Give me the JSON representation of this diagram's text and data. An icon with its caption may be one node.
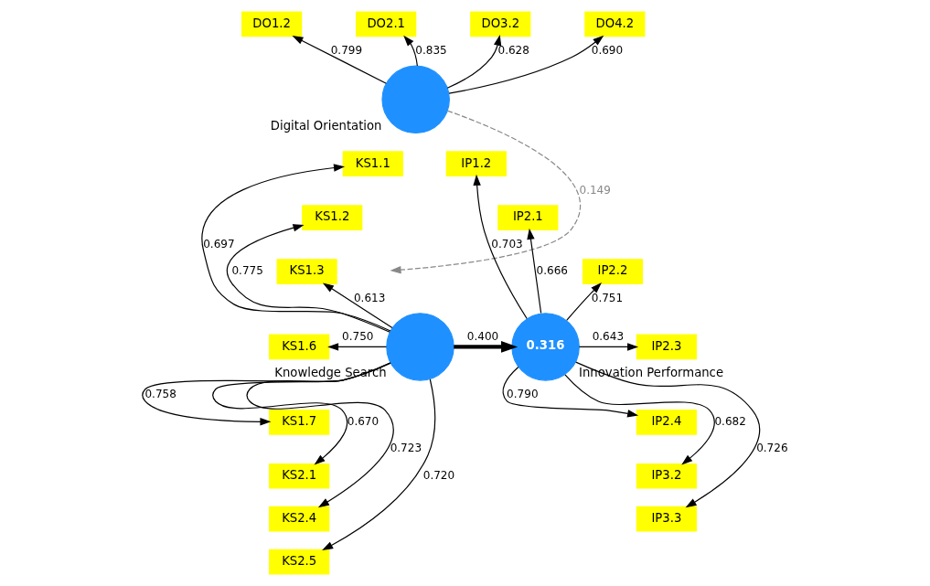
{
  "diagram": {
    "nodes": [
      {
        "text": [],
        "shape": "circle",
        "beside": [
          "Digital Orientation"
        ]
      },
      {
        "text": [
          "DO1.2"
        ]
      },
      {
        "text": [
          "DO2.1"
        ]
      },
      {
        "text": [
          "DO3.2"
        ]
      },
      {
        "text": [
          "DO4.2"
        ]
      },
      {
        "text": [],
        "shape": "circle",
        "beside": [
          "Knowledge Search"
        ]
      },
      {
        "text": [
          "KS1.1"
        ]
      },
      {
        "text": [
          "KS1.2"
        ]
      },
      {
        "text": [
          "KS1.3"
        ]
      },
      {
        "text": [
          "KS1.6"
        ]
      },
      {
        "text": [
          "KS1.7"
        ]
      },
      {
        "text": [
          "KS2.1"
        ]
      },
      {
        "text": [
          "KS2.4"
        ]
      },
      {
        "text": [
          "KS2.5"
        ]
      },
      {
        "text": [
          "0.316"
        ],
        "beside": [
          "Innovation Performance"
        ]
      },
      {
        "text": [
          "IP1.2"
        ]
      },
      {
        "text": [
          "IP2.1"
        ]
      },
      {
        "text": [
          "IP2.2"
        ]
      },
      {
        "text": [
          "IP2.3"
        ]
      },
      {
        "text": [
          "IP2.4"
        ]
      },
      {
        "text": [
          "IP3.2"
        ]
      },
      {
        "text": [
          "IP3.3"
        ]
      }
    ],
    "edges": [
      {
        "from": 0,
        "to": 1,
        "arrow": "to",
        "label": "0.799"
      },
      {
        "from": 0,
        "to": 2,
        "arrow": "to",
        "label": "0.835"
      },
      {
        "from": 0,
        "to": 3,
        "arrow": "to",
        "label": "0.628"
      },
      {
        "from": 0,
        "to": 4,
        "arrow": "to",
        "label": "0.690"
      },
      {
        "from": 5,
        "to": 6,
        "arrow": "to",
        "label": "0.697"
      },
      {
        "from": 5,
        "to": 7,
        "arrow": "to",
        "label": "0.775"
      },
      {
        "from": 5,
        "to": 8,
        "arrow": "to",
        "label": "0.613"
      },
      {
        "from": 5,
        "to": 9,
        "arrow": "to",
        "label": "0.750"
      },
      {
        "from": 5,
        "to": 10,
        "arrow": "to",
        "label": "0.758"
      },
      {
        "from": 5,
        "to": 11,
        "arrow": "to",
        "label": "0.670"
      },
      {
        "from": 5,
        "to": 12,
        "arrow": "to",
        "label": "0.723"
      },
      {
        "from": 5,
        "to": 13,
        "arrow": "to",
        "label": "0.720"
      },
      {
        "from": 5,
        "to": 14,
        "arrow": "to",
        "label": "0.400",
        "style": "thick"
      },
      {
        "from": 0,
        "to": null,
        "arrow": "to",
        "label": "0.149",
        "style": "dashed",
        "color": "#888888"
      },
      {
        "from": 14,
        "to": 15,
        "arrow": "to",
        "label": "0.703"
      },
      {
        "from": 14,
        "to": 16,
        "arrow": "to",
        "label": "0.666"
      },
      {
        "from": 14,
        "to": 17,
        "arrow": "to",
        "label": "0.751"
      },
      {
        "from": 14,
        "to": 18,
        "arrow": "to",
        "label": "0.643"
      },
      {
        "from": 14,
        "to": 19,
        "arrow": "to",
        "label": "0.790"
      },
      {
        "from": 14,
        "to": 20,
        "arrow": "to",
        "label": "0.682"
      },
      {
        "from": 14,
        "to": 21,
        "arrow": "to",
        "label": "0.726"
      }
    ]
  }
}
